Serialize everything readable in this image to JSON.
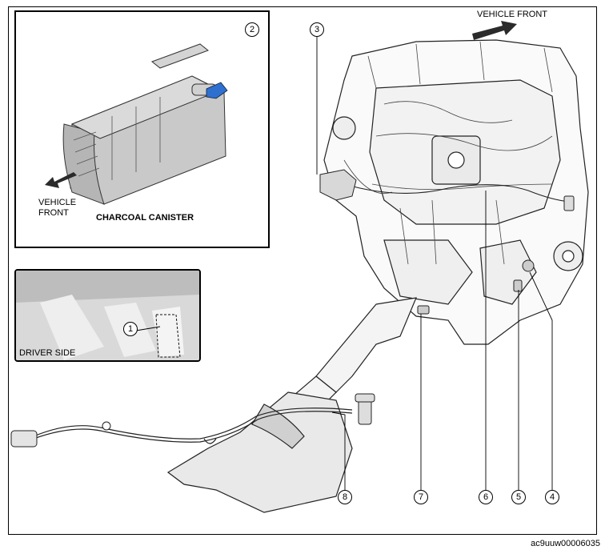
{
  "labels": {
    "vehicle_front_main": "VEHICLE FRONT",
    "vehicle_front_inset_line1": "VEHICLE",
    "vehicle_front_inset_line2": "FRONT",
    "charcoal_canister": "CHARCOAL CANISTER",
    "driver_side": "DRIVER SIDE",
    "figure_code": "ac9uuw00006035"
  },
  "callouts": [
    "1",
    "2",
    "3",
    "4",
    "5",
    "6",
    "7",
    "8"
  ],
  "colors": {
    "highlight_blue": "#2f6fd0",
    "line": "#000000",
    "part_gray": "#c9c9c9"
  }
}
